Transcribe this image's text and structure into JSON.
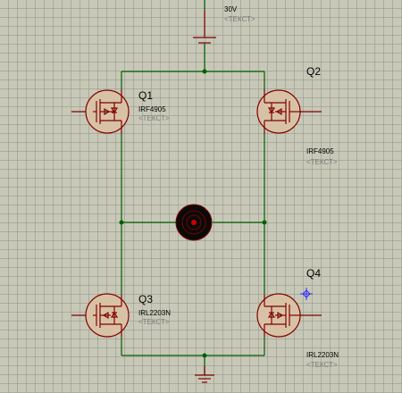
{
  "colors": {
    "grid_bg": "#c8c8b8",
    "wire": "#006000",
    "component": "#800000",
    "component_fill": "#d8c2a5",
    "text": "#000000",
    "placeholder_text": "#7a7a7a",
    "cursor": "#3030ff"
  },
  "supply": {
    "value": "30V",
    "text_placeholder": "<ТЕКСТ>"
  },
  "transistors": {
    "q1": {
      "name": "Q1",
      "part": "IRF4905",
      "text_placeholder": "<ТЕКСТ>"
    },
    "q2": {
      "name": "Q2",
      "part": "IRF4905",
      "text_placeholder": "<ТЕКСТ>"
    },
    "q3": {
      "name": "Q3",
      "part": "IRL2203N",
      "text_placeholder": "<ТЕКСТ>"
    },
    "q4": {
      "name": "Q4",
      "part": "IRL2203N",
      "text_placeholder": "<ТЕКСТ>"
    }
  },
  "icons": {
    "motor": "motor-icon",
    "ground": "ground-icon",
    "battery": "battery-icon",
    "cursor": "crosshair-cursor-icon"
  }
}
